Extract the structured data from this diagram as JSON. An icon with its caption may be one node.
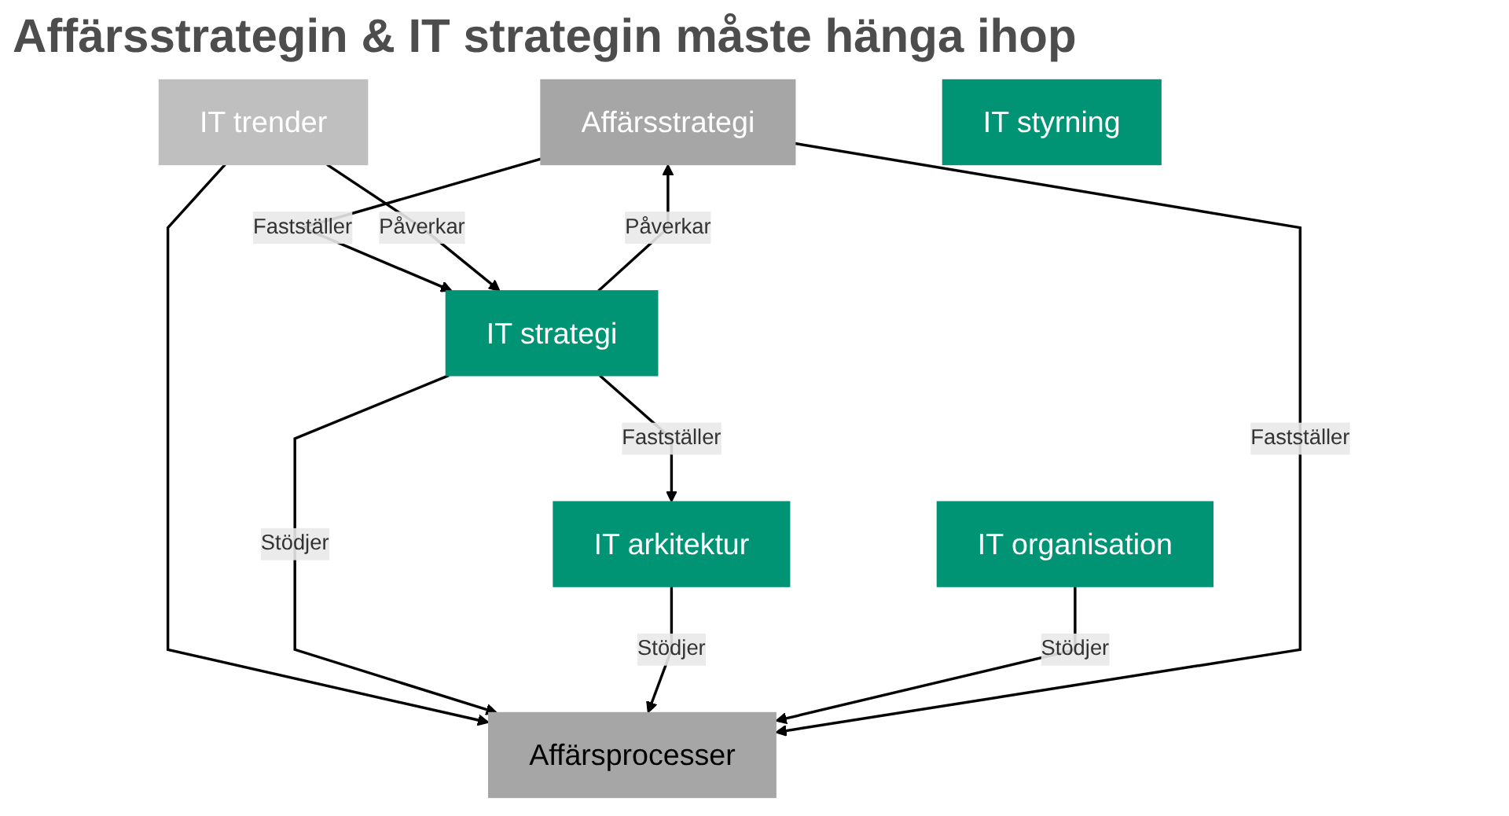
{
  "diagram": {
    "title": "Affärsstrategin & IT strategin måste hänga ihop",
    "nodes": [
      {
        "text": [
          "Affärsstrategi"
        ]
      },
      {
        "text": [
          "IT strategi"
        ]
      },
      {
        "text": [
          "IT trender"
        ]
      },
      {
        "text": [
          "Affärsprocesser"
        ]
      },
      {
        "text": [
          "IT arkitektur"
        ]
      },
      {
        "text": [
          "IT organisation"
        ]
      },
      {
        "text": [
          "IT styrning"
        ]
      }
    ],
    "edges": [
      {
        "from": 0,
        "to": 1,
        "arrow": "to",
        "label": "Fastställer"
      },
      {
        "from": 1,
        "to": 0,
        "arrow": "to",
        "label": "Påverkar"
      },
      {
        "from": 2,
        "to": 1,
        "arrow": "to",
        "label": "Påverkar"
      },
      {
        "from": 2,
        "to": 3,
        "arrow": "to"
      },
      {
        "from": 1,
        "to": 3,
        "arrow": "to",
        "label": "Stödjer"
      },
      {
        "from": 4,
        "to": 3,
        "arrow": "to",
        "label": "Stödjer"
      },
      {
        "from": 5,
        "to": 3,
        "arrow": "to",
        "label": "Stödjer"
      },
      {
        "from": 0,
        "to": 3,
        "arrow": "to",
        "label": "Fastställer"
      },
      {
        "from": 1,
        "to": 4,
        "arrow": "to",
        "label": "Fastställer"
      }
    ]
  }
}
